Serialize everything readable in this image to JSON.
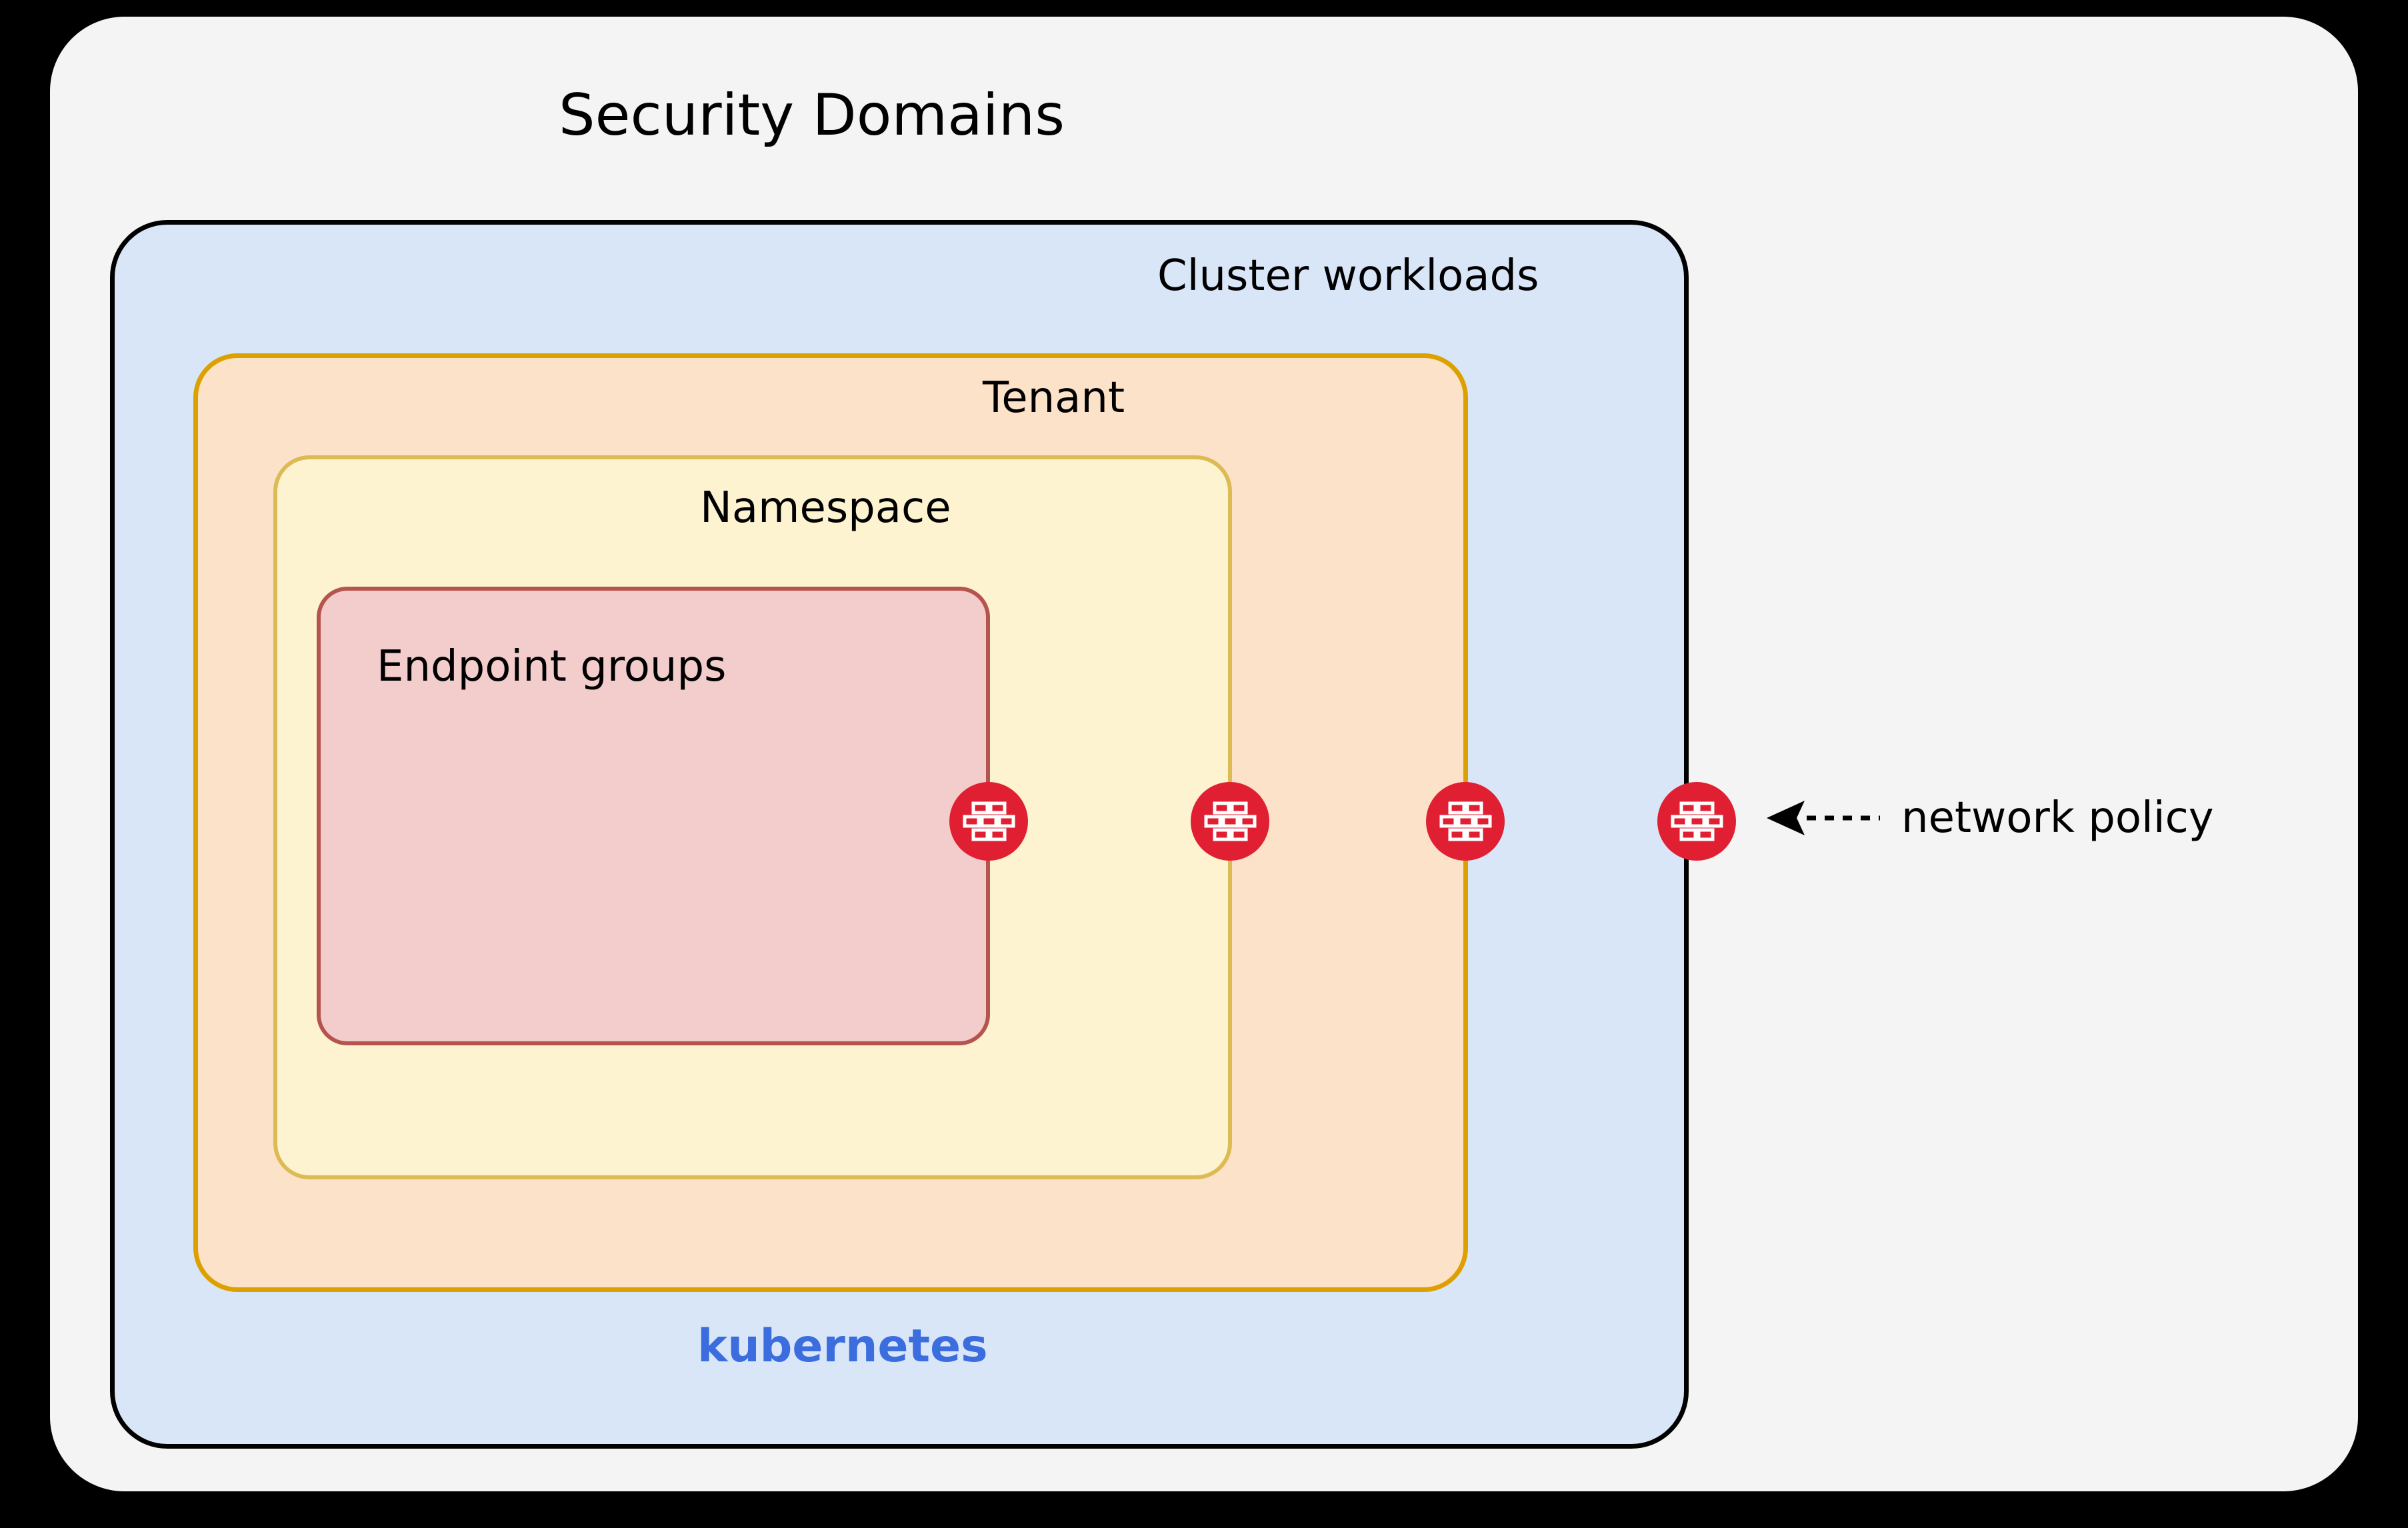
{
  "diagram": {
    "title": "Security Domains",
    "type": "nested-containment",
    "background_color": "#000000",
    "layers": [
      {
        "name": "security-domains",
        "label": "Security Domains",
        "fill": "#F4F4F4",
        "border_color": "none",
        "label_position": "top-center"
      },
      {
        "name": "cluster-workloads",
        "label": "Cluster workloads",
        "fill": "#D9E6F8",
        "border_color": "#000000",
        "label_position": "top-right"
      },
      {
        "name": "tenant",
        "label": "Tenant",
        "fill": "#FCE2C8",
        "border_color": "#DDA001",
        "label_position": "top-right"
      },
      {
        "name": "namespace",
        "label": "Namespace",
        "fill": "#FDF3D1",
        "border_color": "#DCBA54",
        "label_position": "top-right"
      },
      {
        "name": "endpoint-groups",
        "label": "Endpoint groups",
        "fill": "#F3CDCC",
        "border_color": "#B5534F",
        "label_position": "top-left"
      }
    ],
    "brand": {
      "label": "kubernetes",
      "color": "#3B6DDE"
    },
    "annotation": {
      "label": "network policy",
      "arrow": "dashed-left-arrow",
      "icon_name": "firewall-icon",
      "icon_color": "#E01F33",
      "icon_count": 4,
      "icon_boundaries": [
        "endpoint-groups",
        "namespace",
        "tenant",
        "cluster-workloads"
      ]
    }
  }
}
